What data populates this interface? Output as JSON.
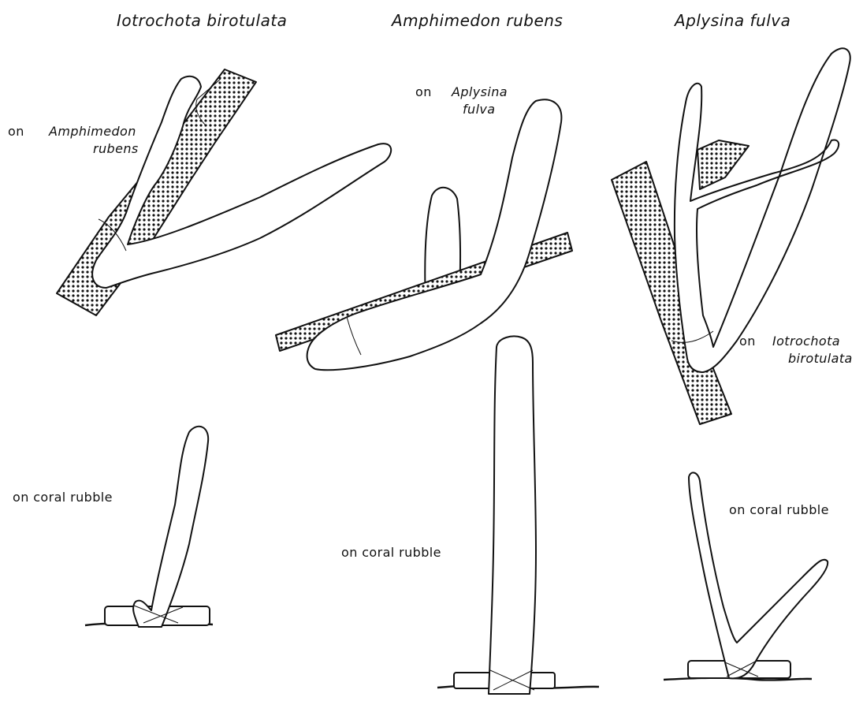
{
  "titles": {
    "col1": "Iotrochota birotulata",
    "col2": "Amphimedon rubens",
    "col3": "Aplysina fulva"
  },
  "labels": {
    "p1": {
      "on": "on",
      "species_l1": "Amphimedon",
      "species_l2": "rubens"
    },
    "p2": {
      "on": "on",
      "species_l1": "Aplysina",
      "species_l2": "fulva"
    },
    "p3": {
      "on": "on",
      "species_l1": "Iotrochota",
      "species_l2": "birotulata"
    },
    "r1": "on coral rubble",
    "r2": "on coral rubble",
    "r3": "on coral rubble"
  },
  "colors": {
    "line": "#111111",
    "host_dots": "#111111",
    "background": "#ffffff"
  }
}
